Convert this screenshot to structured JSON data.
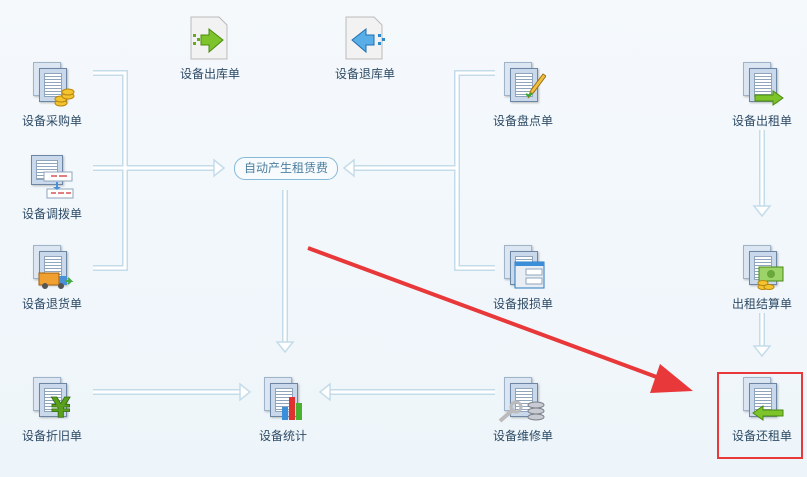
{
  "nodes": {
    "purchase": "设备采购单",
    "transfer": "设备调拨单",
    "return_goods": "设备退货单",
    "depreciation": "设备折旧单",
    "outbound": "设备出库单",
    "stock_return": "设备退库单",
    "statistics": "设备统计",
    "inventory": "设备盘点单",
    "damage": "设备报损单",
    "repair": "设备维修单",
    "rent_out": "设备出租单",
    "rent_settlement": "出租结算单",
    "rent_return": "设备还租单"
  },
  "auto_fee": "自动产生租赁费",
  "colors": {
    "highlight": "#e8383a",
    "connector": "#c4dcea",
    "text": "#2e4b66"
  }
}
